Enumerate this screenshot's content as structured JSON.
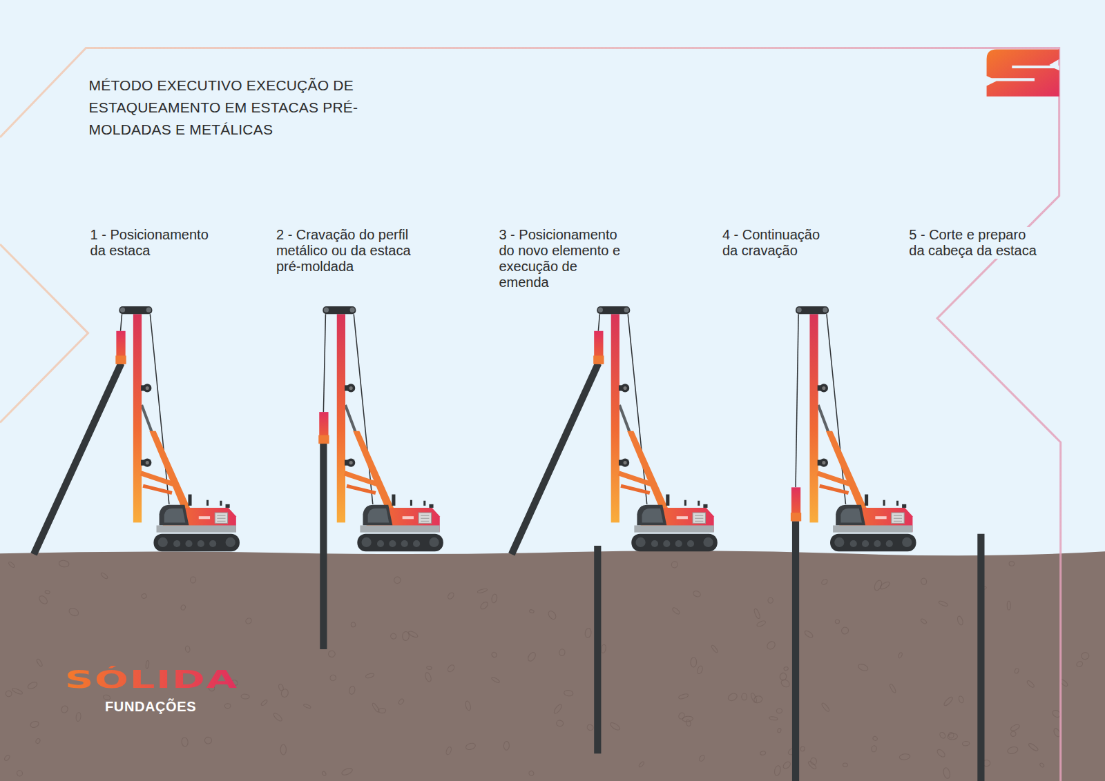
{
  "diagram": {
    "title": "MÉTODO EXECUTIVO EXECUÇÃO DE ESTAQUEAMENTO EM ESTACAS PRÉ-MOLDADAS E METÁLICAS",
    "labels": [
      "1 - Posicionamento da estaca",
      "2 - Cravação do perfil metálico ou da estaca pré-moldada",
      "3 - Posicionamento do novo elemento e execução de emenda",
      "4 - Continuação da cravação",
      "5 - Corte e preparo da cabeça da estaca",
      "SÓLIDA",
      "FUNDAÇÕES"
    ]
  }
}
